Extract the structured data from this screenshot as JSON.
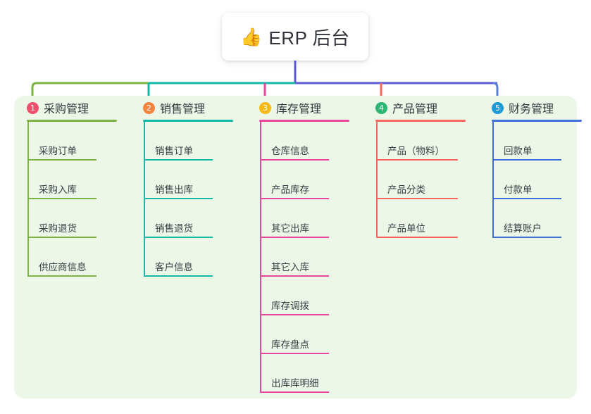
{
  "root": {
    "icon": "thumbs-up-icon",
    "emoji": "👍",
    "title": "ERP 后台"
  },
  "palette": {
    "panel_bg": "#edf7e8",
    "page_bg": "#ffffff",
    "stem": "#5b5bd6",
    "bus_left": "#7cb342",
    "bus_mid": "#14b8a6",
    "bus_right": "#5b5bd6",
    "text": "#33363d"
  },
  "columns": [
    {
      "index": "1",
      "badge_color": "#f0506e",
      "line_color": "#7cb342",
      "drop_color": "#7cb342",
      "title": "采购管理",
      "items": [
        "采购订单",
        "采购入库",
        "采购退货",
        "供应商信息"
      ]
    },
    {
      "index": "2",
      "badge_color": "#f5853f",
      "line_color": "#14b8a6",
      "drop_color": "#14b8a6",
      "title": "销售管理",
      "items": [
        "销售订单",
        "销售出库",
        "销售退货",
        "客户信息"
      ]
    },
    {
      "index": "3",
      "badge_color": "#f5b914",
      "line_color": "#e8479b",
      "drop_color": "#e8479b",
      "title": "库存管理",
      "items": [
        "仓库信息",
        "产品库存",
        "其它出库",
        "其它入库",
        "库存调拨",
        "库存盘点",
        "出库库明细"
      ]
    },
    {
      "index": "4",
      "badge_color": "#2bb673",
      "line_color": "#f4685f",
      "drop_color": "#f4685f",
      "title": "产品管理",
      "items": [
        "产品（物料）",
        "产品分类",
        "产品单位"
      ]
    },
    {
      "index": "5",
      "badge_color": "#1e9ad6",
      "line_color": "#3f6fd8",
      "drop_color": "#5b7fd4",
      "title": "财务管理",
      "items": [
        "回款单",
        "付款单",
        "结算账户"
      ]
    }
  ]
}
